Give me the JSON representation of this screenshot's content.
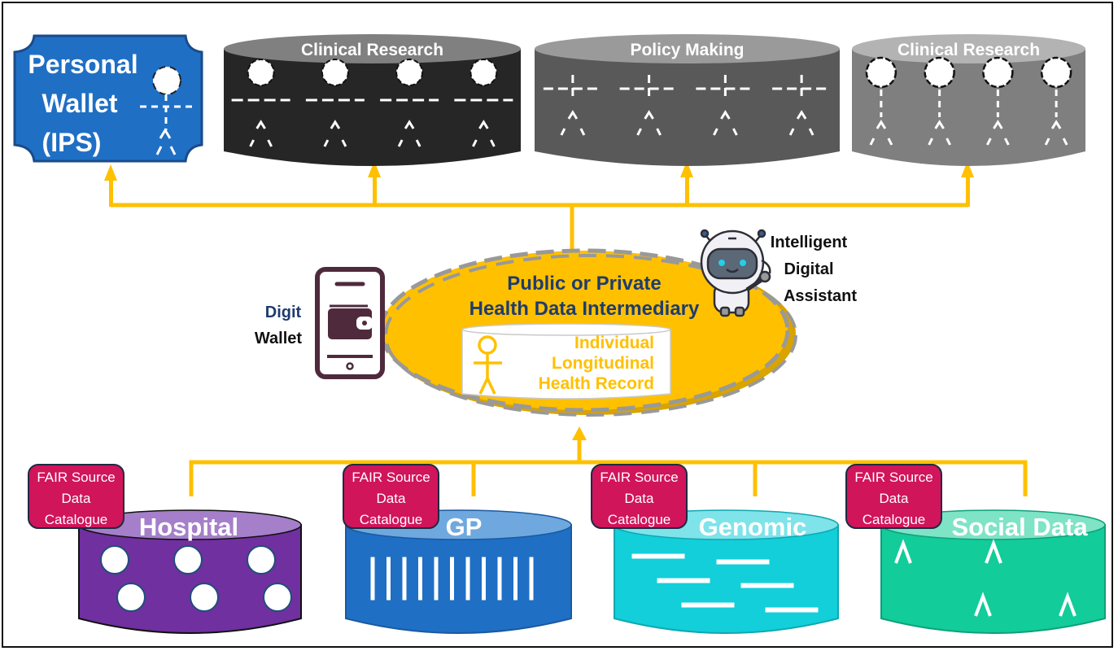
{
  "colors": {
    "connector": "#FFC000",
    "wallet_blue": "#1F6FC5",
    "catalogue_pink": "#D0155A",
    "intermediary_gold": "#FFC000",
    "intermediary_text": "#1F3C6E",
    "phone_maroon": "#4E2A3C",
    "hospital": "#7030A0",
    "gp": "#1F6FC5",
    "genomic": "#12CFDA",
    "social": "#12CC9A"
  },
  "top": {
    "personal_wallet": {
      "line1": "Personal",
      "line2": "Wallet",
      "line3": "(IPS)",
      "icon": "person-icon"
    },
    "consumers": [
      {
        "label": "Clinical Research",
        "body": "#262626",
        "top": "#808080",
        "icon": "person-group-icon"
      },
      {
        "label": "Policy Making",
        "body": "#595959",
        "top": "#9A9A9A",
        "icon": "person-group-icon"
      },
      {
        "label": "Clinical Research",
        "body": "#7F7F7F",
        "top": "#B3B3B3",
        "icon": "person-group-icon"
      }
    ]
  },
  "middle": {
    "intermediary": {
      "line1": "Public or Private",
      "line2": "Health Data Intermediary"
    },
    "record": {
      "line1": "Individual",
      "line2": "Longitudinal",
      "line3": "Health Record",
      "icon": "stick-figure-icon"
    },
    "wallet": {
      "line1": "Digit",
      "line2": "Wallet",
      "icon": "phone-wallet-icon"
    },
    "assistant": {
      "line1": "Intelligent",
      "line2": "Digital",
      "line3": "Assistant",
      "icon": "robot-icon"
    }
  },
  "sources": [
    {
      "name": "Hospital",
      "catalogue": [
        "FAIR Source",
        "Data",
        "Catalogue"
      ]
    },
    {
      "name": "GP",
      "catalogue": [
        "FAIR Source",
        "Data",
        "Catalogue"
      ]
    },
    {
      "name": "Genomic",
      "catalogue": [
        "FAIR Source",
        "Data",
        "Catalogue"
      ]
    },
    {
      "name": "Social Data",
      "catalogue": [
        "FAIR Source",
        "Data",
        "Catalogue"
      ]
    }
  ]
}
